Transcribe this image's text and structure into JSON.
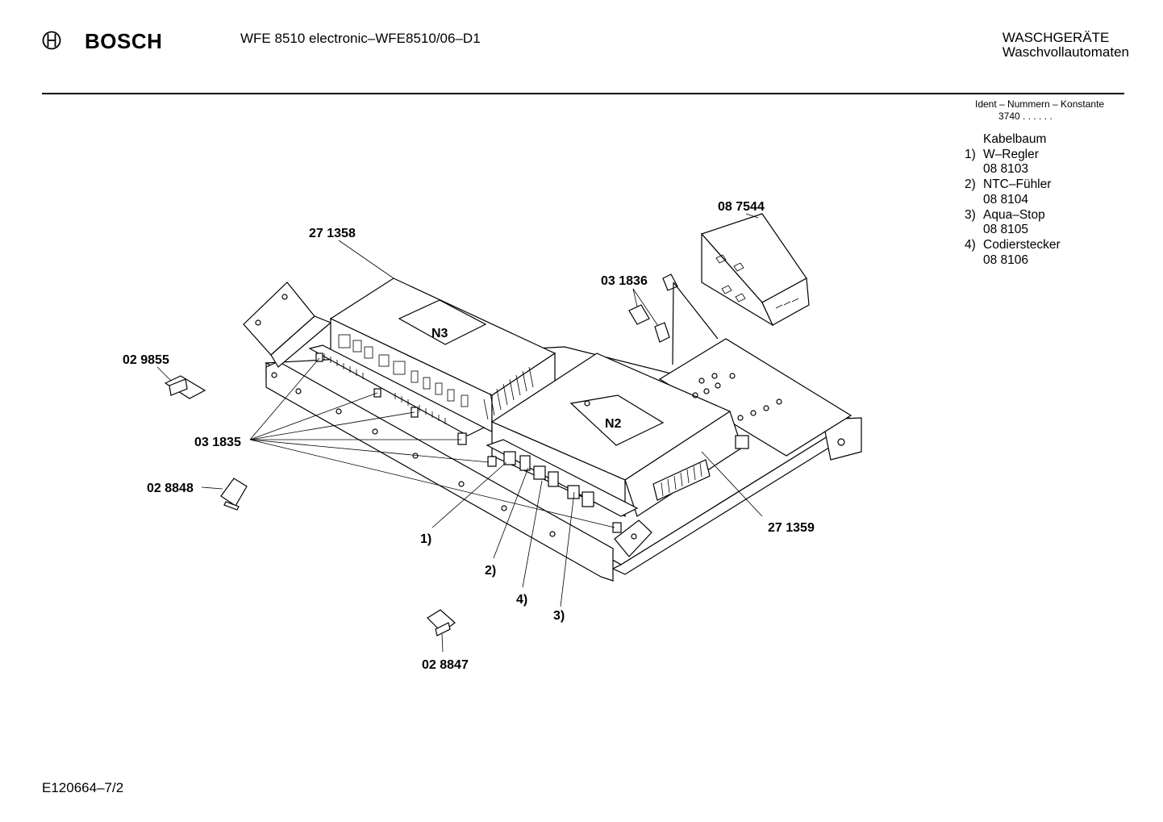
{
  "header": {
    "brand": "BOSCH",
    "doc_title": "WFE 8510 electronic–WFE8510/06–D1",
    "category_line1": "WASCHGERÄTE",
    "category_line2": "Waschvollautomaten"
  },
  "ident": {
    "label": "Ident – Nummern – Konstante",
    "konstante": "3740  .  .   .  .  .  ."
  },
  "legend": {
    "title": "Kabelbaum",
    "items": [
      {
        "num": "1)",
        "name": "W–Regler",
        "part": "08 8103"
      },
      {
        "num": "2)",
        "name": "NTC–Fühler",
        "part": "08 8104"
      },
      {
        "num": "3)",
        "name": "Aqua–Stop",
        "part": "08 8105"
      },
      {
        "num": "4)",
        "name": "Codierstecker",
        "part": "08 8106"
      }
    ]
  },
  "diagram": {
    "box_labels": {
      "n3": "N3",
      "n2": "N2"
    },
    "part_labels": {
      "p271358": "27 1358",
      "p087544": "08 7544",
      "p031836": "03 1836",
      "p029855": "02 9855",
      "p031835": "03 1835",
      "p028848": "02 8848",
      "p271359": "27 1359",
      "p028847": "02 8847",
      "c1": "1)",
      "c2": "2)",
      "c3": "3)",
      "c4": "4)"
    }
  },
  "footer": {
    "code": "E120664–7/2"
  }
}
